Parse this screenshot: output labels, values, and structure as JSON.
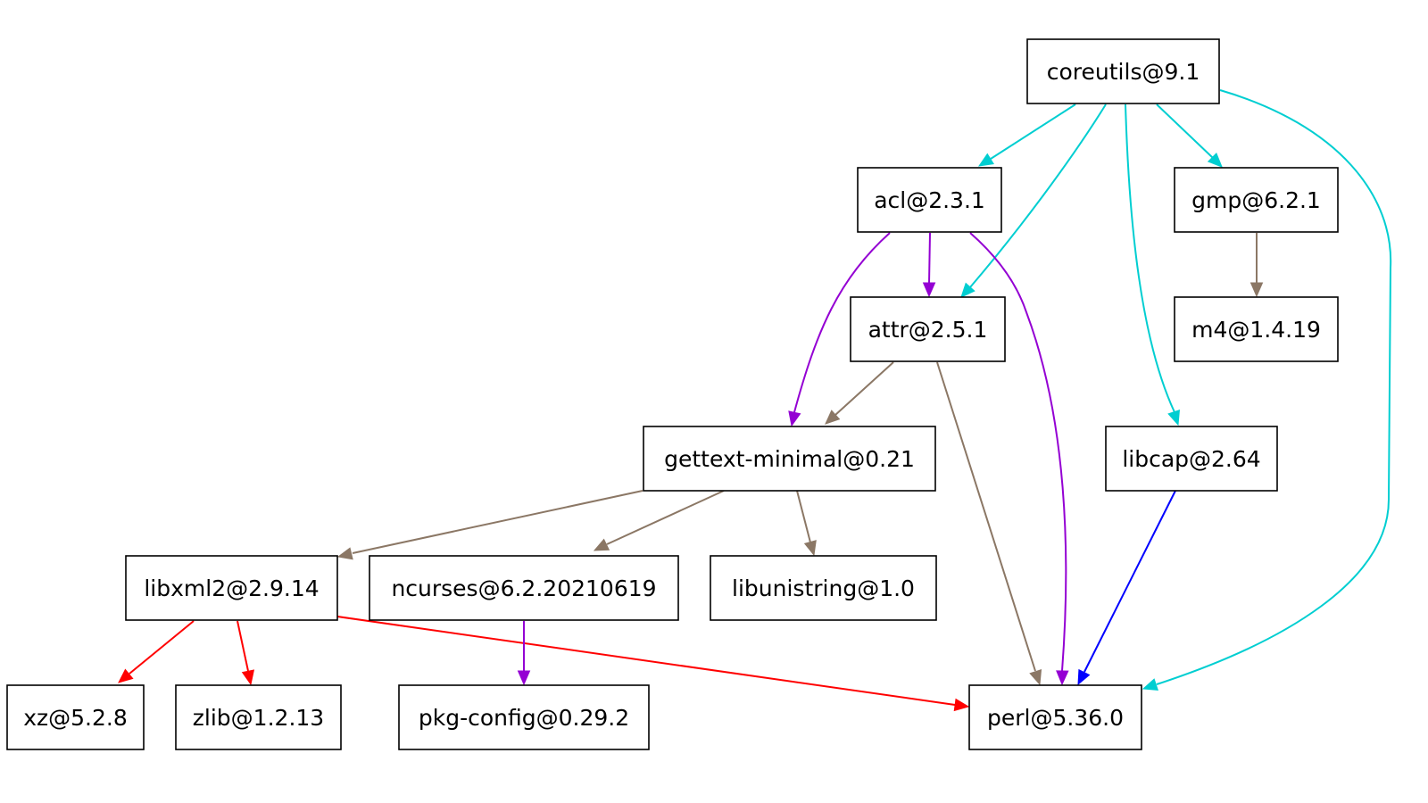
{
  "graph": {
    "nodes": [
      {
        "id": "coreutils",
        "label": "coreutils@9.1"
      },
      {
        "id": "acl",
        "label": "acl@2.3.1"
      },
      {
        "id": "gmp",
        "label": "gmp@6.2.1"
      },
      {
        "id": "attr",
        "label": "attr@2.5.1"
      },
      {
        "id": "m4",
        "label": "m4@1.4.19"
      },
      {
        "id": "gettext",
        "label": "gettext-minimal@0.21"
      },
      {
        "id": "libcap",
        "label": "libcap@2.64"
      },
      {
        "id": "libxml2",
        "label": "libxml2@2.9.14"
      },
      {
        "id": "ncurses",
        "label": "ncurses@6.2.20210619"
      },
      {
        "id": "libunistring",
        "label": "libunistring@1.0"
      },
      {
        "id": "xz",
        "label": "xz@5.2.8"
      },
      {
        "id": "zlib",
        "label": "zlib@1.2.13"
      },
      {
        "id": "pkgconfig",
        "label": "pkg-config@0.29.2"
      },
      {
        "id": "perl",
        "label": "perl@5.36.0"
      }
    ],
    "edges": [
      {
        "from": "coreutils",
        "to": "acl",
        "color": "#00CED1"
      },
      {
        "from": "coreutils",
        "to": "attr",
        "color": "#00CED1"
      },
      {
        "from": "coreutils",
        "to": "libcap",
        "color": "#00CED1"
      },
      {
        "from": "coreutils",
        "to": "gmp",
        "color": "#00CED1"
      },
      {
        "from": "coreutils",
        "to": "perl",
        "color": "#00CED1"
      },
      {
        "from": "acl",
        "to": "gettext",
        "color": "#9400D3"
      },
      {
        "from": "acl",
        "to": "attr",
        "color": "#9400D3"
      },
      {
        "from": "acl",
        "to": "perl",
        "color": "#9400D3"
      },
      {
        "from": "gmp",
        "to": "m4",
        "color": "#8B7765"
      },
      {
        "from": "attr",
        "to": "gettext",
        "color": "#8B7765"
      },
      {
        "from": "attr",
        "to": "perl",
        "color": "#8B7765"
      },
      {
        "from": "gettext",
        "to": "libxml2",
        "color": "#8B7765"
      },
      {
        "from": "gettext",
        "to": "ncurses",
        "color": "#8B7765"
      },
      {
        "from": "gettext",
        "to": "libunistring",
        "color": "#8B7765"
      },
      {
        "from": "libcap",
        "to": "perl",
        "color": "#0000FF"
      },
      {
        "from": "libxml2",
        "to": "xz",
        "color": "#FF0000"
      },
      {
        "from": "libxml2",
        "to": "zlib",
        "color": "#FF0000"
      },
      {
        "from": "libxml2",
        "to": "perl",
        "color": "#FF0000"
      },
      {
        "from": "ncurses",
        "to": "pkgconfig",
        "color": "#9400D3"
      }
    ]
  }
}
